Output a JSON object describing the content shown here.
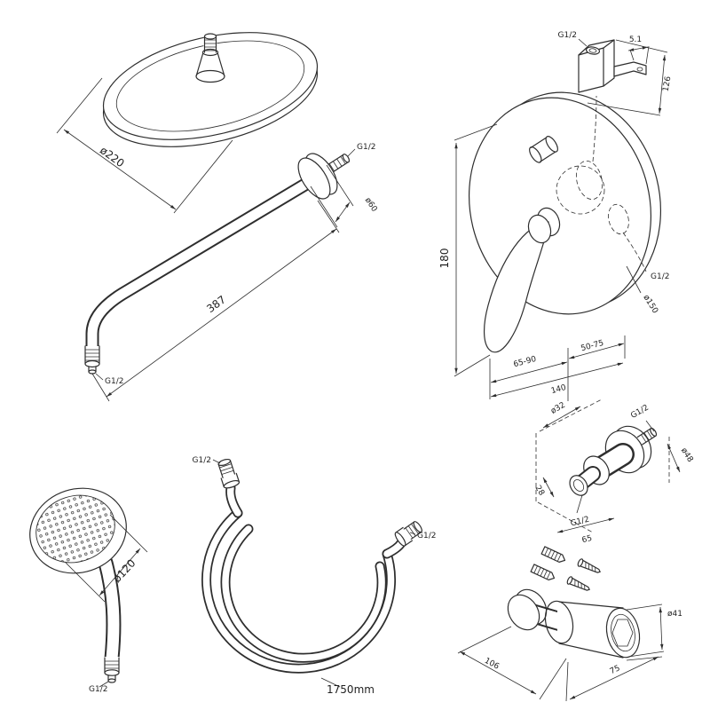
{
  "page": {
    "background": "#ffffff",
    "ink": "#2e2e2e",
    "kind": "shower-set technical drawing"
  },
  "components": {
    "overhead_shower": {
      "dim_diameter": "ø220"
    },
    "shower_arm": {
      "thread_wall": "G1/2",
      "dim_diameter": "ø60",
      "dim_length": "387",
      "thread_outlet": "G1/2"
    },
    "mixer": {
      "thread_top": "G1/2",
      "dim_bracket": "5.1",
      "dim_height_right": "126",
      "dim_height_left": "180",
      "thread_side": "G1/2",
      "dim_plate_diameter": "ø150",
      "dim_depth_range": "65-90",
      "dim_width": "140",
      "dim_offset_range": "50-75"
    },
    "hand_shower": {
      "dim_diameter": "ø120",
      "thread": "G1/2"
    },
    "hose": {
      "thread_left": "G1/2",
      "thread_right": "G1/2",
      "dim_length": "1750mm"
    },
    "wall_outlet": {
      "dim_top": "ø32",
      "thread_top": "G1/2",
      "dim_side": "ø48",
      "dim_depth": "28",
      "thread_bottom": "G1/2",
      "dim_width": "65"
    },
    "wall_holder": {
      "dim_cup_diameter": "ø41",
      "dim_width": "106",
      "dim_depth": "75"
    }
  }
}
